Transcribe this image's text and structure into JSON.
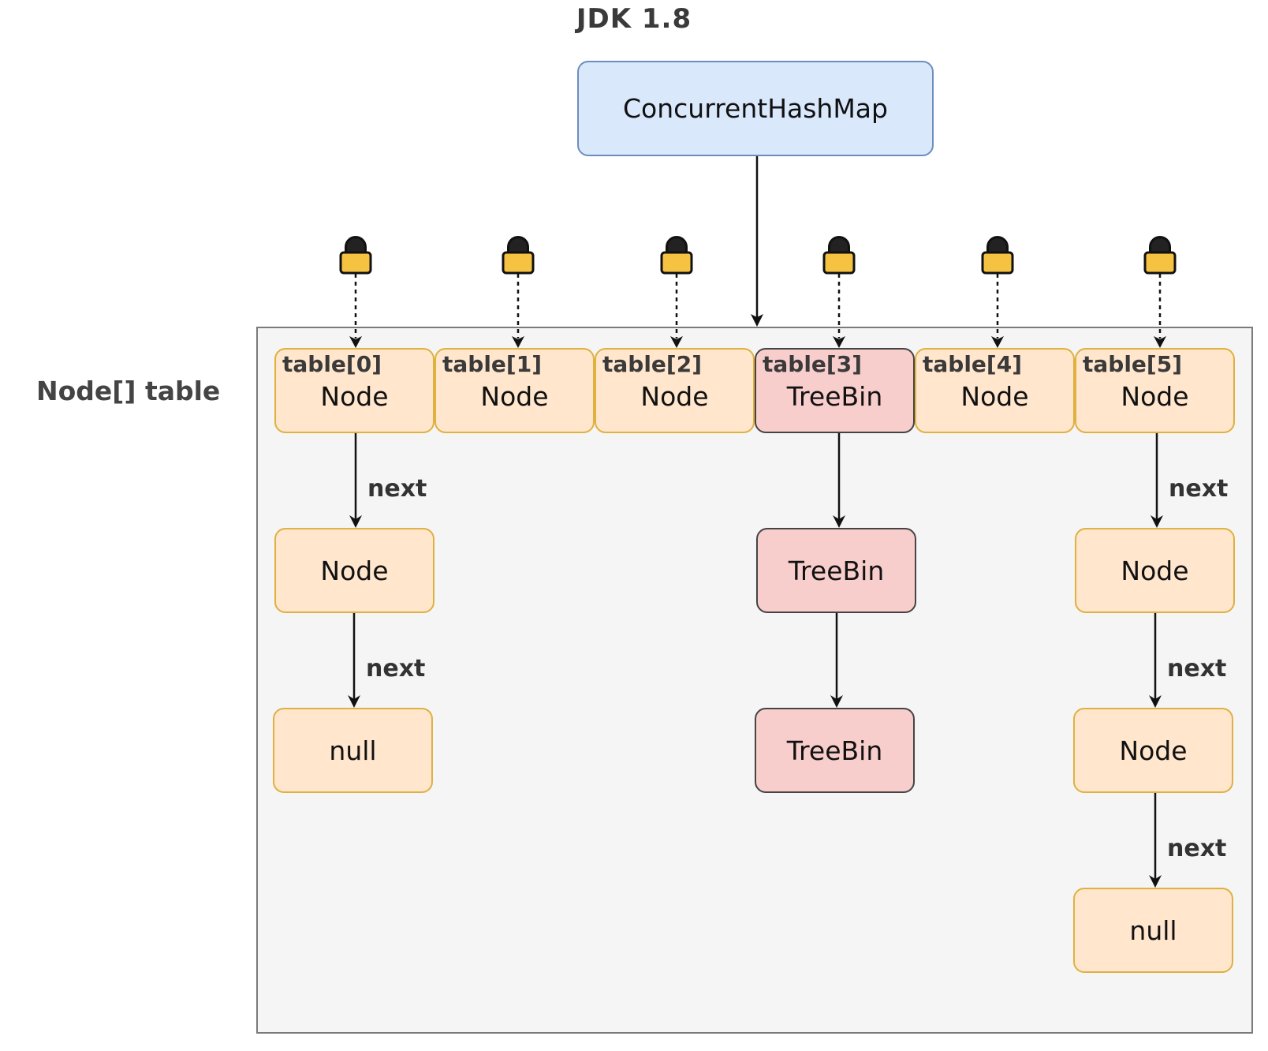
{
  "title": "JDK 1.8",
  "side_label": "Node[] table",
  "root": "ConcurrentHashMap",
  "slots": [
    {
      "label": "table[0]",
      "value": "Node"
    },
    {
      "label": "table[1]",
      "value": "Node"
    },
    {
      "label": "table[2]",
      "value": "Node"
    },
    {
      "label": "table[3]",
      "value": "TreeBin"
    },
    {
      "label": "table[4]",
      "value": "Node"
    },
    {
      "label": "table[5]",
      "value": "Node"
    }
  ],
  "chain0": [
    "Node",
    "null"
  ],
  "chain3": [
    "TreeBin",
    "TreeBin"
  ],
  "chain5": [
    "Node",
    "Node",
    "null"
  ],
  "edge_label": "next",
  "colors": {
    "root_fill": "#dae8fc",
    "node_fill": "#ffe6cc",
    "tree_fill": "#f8cecc",
    "lock_body": "#f5c242"
  },
  "icons": [
    "lock-icon"
  ]
}
